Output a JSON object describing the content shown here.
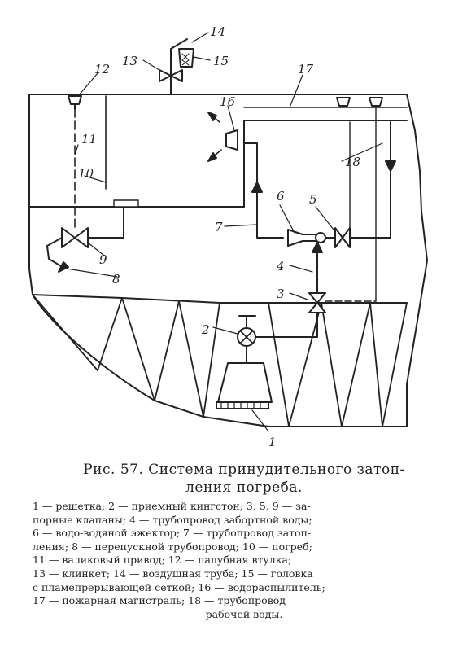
{
  "figure": {
    "title_line1": "Рис. 57. Система принудительного затоп-",
    "title_line2": "ления погреба.",
    "legend_lines": [
      "1 — решетка; 2 — приемный кингстон; 3, 5, 9 — за-",
      "порные клапаны; 4 — трубопровод забортной воды;",
      "6 — водо-водяной эжектор; 7 — трубопровод затоп-",
      "ления; 8 — перепускной трубопровод; 10 — погреб;",
      "11 — валиковый привод; 12 — палубная втулка;",
      "13 — клинкет; 14 — воздушная труба; 15 — головка",
      "с пламепрерывающей сеткой; 16 — водораспылитель;",
      "17 — пожарная магистраль; 18 — трубопровод",
      "рабочей воды."
    ]
  },
  "callouts": [
    "1",
    "2",
    "3",
    "4",
    "5",
    "6",
    "7",
    "8",
    "9",
    "10",
    "11",
    "12",
    "13",
    "14",
    "15",
    "16",
    "17",
    "18"
  ],
  "colors": {
    "ink": "#222222",
    "paper": "#ffffff"
  }
}
